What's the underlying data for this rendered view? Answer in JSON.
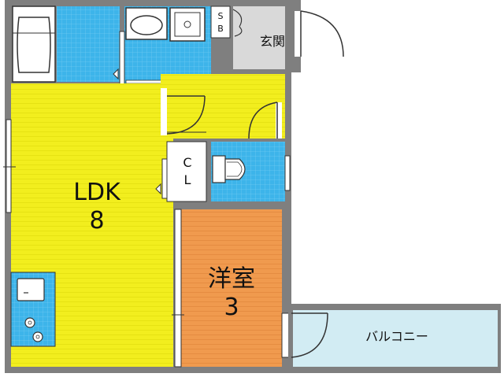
{
  "rooms": {
    "ldk_name": "LDK",
    "ldk_size": "8",
    "western_name": "洋室",
    "western_size": "3",
    "entrance": "玄関",
    "closet_c": "C",
    "closet_l": "L",
    "shoe_box_s": "S",
    "shoe_box_b": "B",
    "balcony": "バルコニー"
  },
  "colors": {
    "wall": "#7f7f7f",
    "ldk_floor": "#f2ee1e",
    "western_floor": "#f09a4e",
    "wet_tile": "#3db4ea",
    "entrance_floor": "#d9d9d9",
    "balcony_floor": "#d2ecf3",
    "closet_floor": "#ffffff"
  }
}
